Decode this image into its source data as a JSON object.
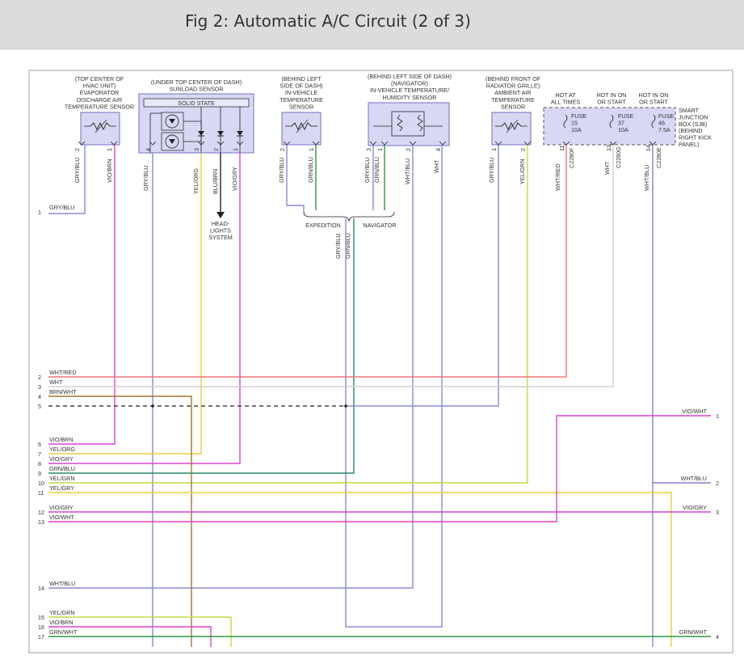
{
  "title": "Fig 2: Automatic A/C Circuit (2 of 3)",
  "components": {
    "evap": [
      "(TOP CENTER OF",
      "HVAC UNIT)",
      "EVAPORATOR",
      "DISCHARGE AIR",
      "TEMPERATURE SENSOR"
    ],
    "sunload": [
      "(UNDER TOP CENTER OF DASH)",
      "SUNLOAD SENSOR"
    ],
    "solid_state": "SOLID STATE",
    "invehicle": [
      "(BEHIND LEFT",
      "SIDE OF DASH)",
      "IN-VEHICLE",
      "TEMPERATURE",
      "SENSOR"
    ],
    "humidity": [
      "(BEHIND LEFT SIDE OF DASH)",
      "(NAVIGATOR)",
      "IN-VEHICLE TEMPERATURE/",
      "HUMIDITY SENSOR"
    ],
    "ambient": [
      "(BEHIND FRONT OF",
      "RADIATOR GRILLE)",
      "AMBIENT AIR",
      "TEMPERATURE",
      "SENSOR"
    ],
    "sjb": [
      "SMART",
      "JUNCTION",
      "BOX (SJB)",
      "(BEHIND",
      "RIGHT KICK",
      "PANEL)"
    ],
    "hot1": [
      "HOT AT",
      "ALL TIMES"
    ],
    "hot2": [
      "HOT IN ON",
      "OR START"
    ],
    "hot3": [
      "HOT IN ON",
      "OR START"
    ],
    "fuse1": [
      "FUSE",
      "15",
      "10A"
    ],
    "fuse2": [
      "FUSE",
      "37",
      "10A"
    ],
    "fuse3": [
      "FUSE",
      "46",
      "7.5A"
    ],
    "headlights": [
      "HEAD-",
      "LIGHTS",
      "SYSTEM"
    ],
    "expedition": "EXPEDITION",
    "navigator": "NAVIGATOR"
  },
  "pin_labels": {
    "evap": [
      "2",
      "1"
    ],
    "sun": [
      "4",
      "3",
      "2",
      "1"
    ],
    "inv": [
      "2",
      "1"
    ],
    "hum": [
      "3",
      "1",
      "2",
      "4"
    ],
    "amb": [
      "1",
      "2"
    ],
    "sjb": [
      "11",
      "13",
      "14"
    ]
  },
  "connectors": [
    "C2280F",
    "C2280G",
    "C2280E"
  ],
  "vertical_wire_labels": [
    "GRY/BLU",
    "VIO/BRN",
    "GRY/BLU",
    "YEL/ORG",
    "BLU/BRN",
    "VIO/GRY",
    "GRY/BLU",
    "GRN/BLU",
    "GRY/BLU",
    "GRN/BLU",
    "WHT/BLU",
    "WHT",
    "GRY/BLU",
    "YEL/GRN",
    "WHT/RED",
    "WHT",
    "WHT/BLU",
    "GRY/BLU",
    "GRN/BLU"
  ],
  "left_pins": [
    {
      "num": "1",
      "label": "GRY/BLU"
    },
    {
      "num": "2",
      "label": "WHT/RED"
    },
    {
      "num": "3",
      "label": "WHT"
    },
    {
      "num": "4",
      "label": "BRN/WHT"
    },
    {
      "num": "5",
      "label": ""
    },
    {
      "num": "6",
      "label": "VIO/BRN"
    },
    {
      "num": "7",
      "label": "YEL/ORG"
    },
    {
      "num": "8",
      "label": "VIO/GRY"
    },
    {
      "num": "9",
      "label": "GRN/BLU"
    },
    {
      "num": "10",
      "label": "YEL/GRN"
    },
    {
      "num": "11",
      "label": "YEL/GRY"
    },
    {
      "num": "12",
      "label": "VIO/GRY"
    },
    {
      "num": "13",
      "label": "VIO/WHT"
    },
    {
      "num": "14",
      "label": "WHT/BLU"
    },
    {
      "num": "15",
      "label": "YEL/GRN"
    },
    {
      "num": "16",
      "label": "VIO/BRN"
    },
    {
      "num": "17",
      "label": "GRN/WHT"
    }
  ],
  "right_pins": [
    {
      "num": "1",
      "label": "VIO/WHT"
    },
    {
      "num": "2",
      "label": "WHT/BLU"
    },
    {
      "num": "3",
      "label": "VIO/GRY"
    },
    {
      "num": "4",
      "label": "GRN/WHT"
    }
  ],
  "colors": {
    "gry_blu": "#8a8ad6",
    "vio": "#e040d0",
    "yel": "#e8d040",
    "yel_grn": "#c8d840",
    "grn": "#2a9a40",
    "grn_blu": "#2a8a6a",
    "brn": "#a07830",
    "wht_red": "#e87878",
    "wht": "#d0d0d0",
    "wht_blu": "#8080d0",
    "blk": "#222222",
    "box": "#d8d8f4",
    "box_border": "#7070c0",
    "diagram_border": "#888888"
  }
}
